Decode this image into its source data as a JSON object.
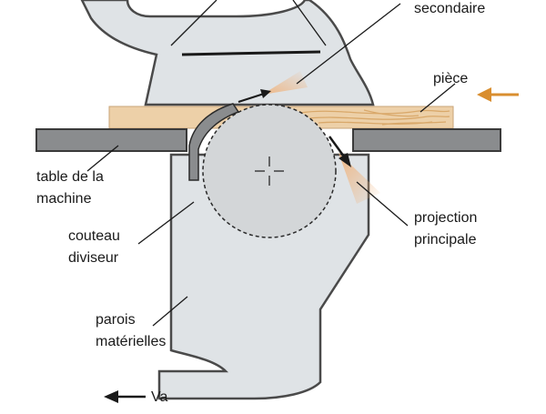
{
  "labels": {
    "secondary": "secondaire",
    "piece": "pièce",
    "table_line1": "table de la",
    "table_line2": "machine",
    "riving_line1": "couteau",
    "riving_line2": "diviseur",
    "walls_line1": "parois",
    "walls_line2": "matérielles",
    "projection_line1": "projection",
    "projection_line2": "principale",
    "airflow": "Va"
  },
  "colors": {
    "housing": "#dfe3e6",
    "housing_stroke": "#4a4a4a",
    "table": "#8a8c8e",
    "wood": "#edd0a8",
    "wood_grain": "#d9a86a",
    "cutter": "#d3d6d8",
    "chips": "#f0b27a",
    "feed_arrow": "#d98e2f",
    "ink": "#1a1a1a"
  },
  "icons": {
    "feed_direction": "left-arrow-icon",
    "airflow_direction": "left-arrow-icon",
    "cutter_center": "crosshair-icon"
  }
}
